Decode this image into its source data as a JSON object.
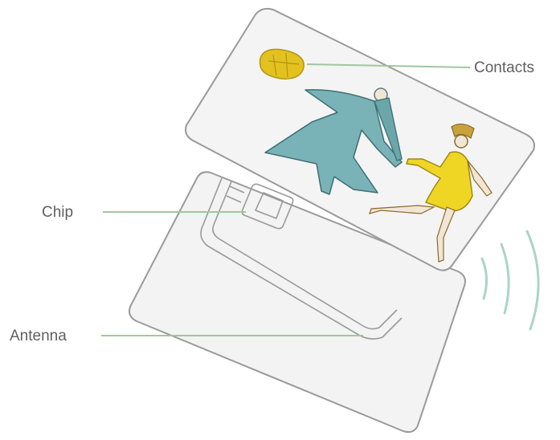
{
  "labels": {
    "contacts": "Contacts",
    "chip": "Chip",
    "antenna": "Antenna"
  },
  "colors": {
    "background": "#ffffff",
    "card_fill": "#f2f2f2",
    "card_outline": "#9a9a9a",
    "leader_line": "#9fc79f",
    "label_text": "#5f5f5f",
    "contact_pad": "#e3c21f",
    "figure_man": "#79b3b7",
    "figure_woman": "#f0d624",
    "waves": "#a9d6c4"
  },
  "icons": {
    "contacts": "gold-contact-pad-icon",
    "man": "running-man-illustration",
    "woman": "running-woman-illustration",
    "signal": "radio-wave-icon"
  }
}
